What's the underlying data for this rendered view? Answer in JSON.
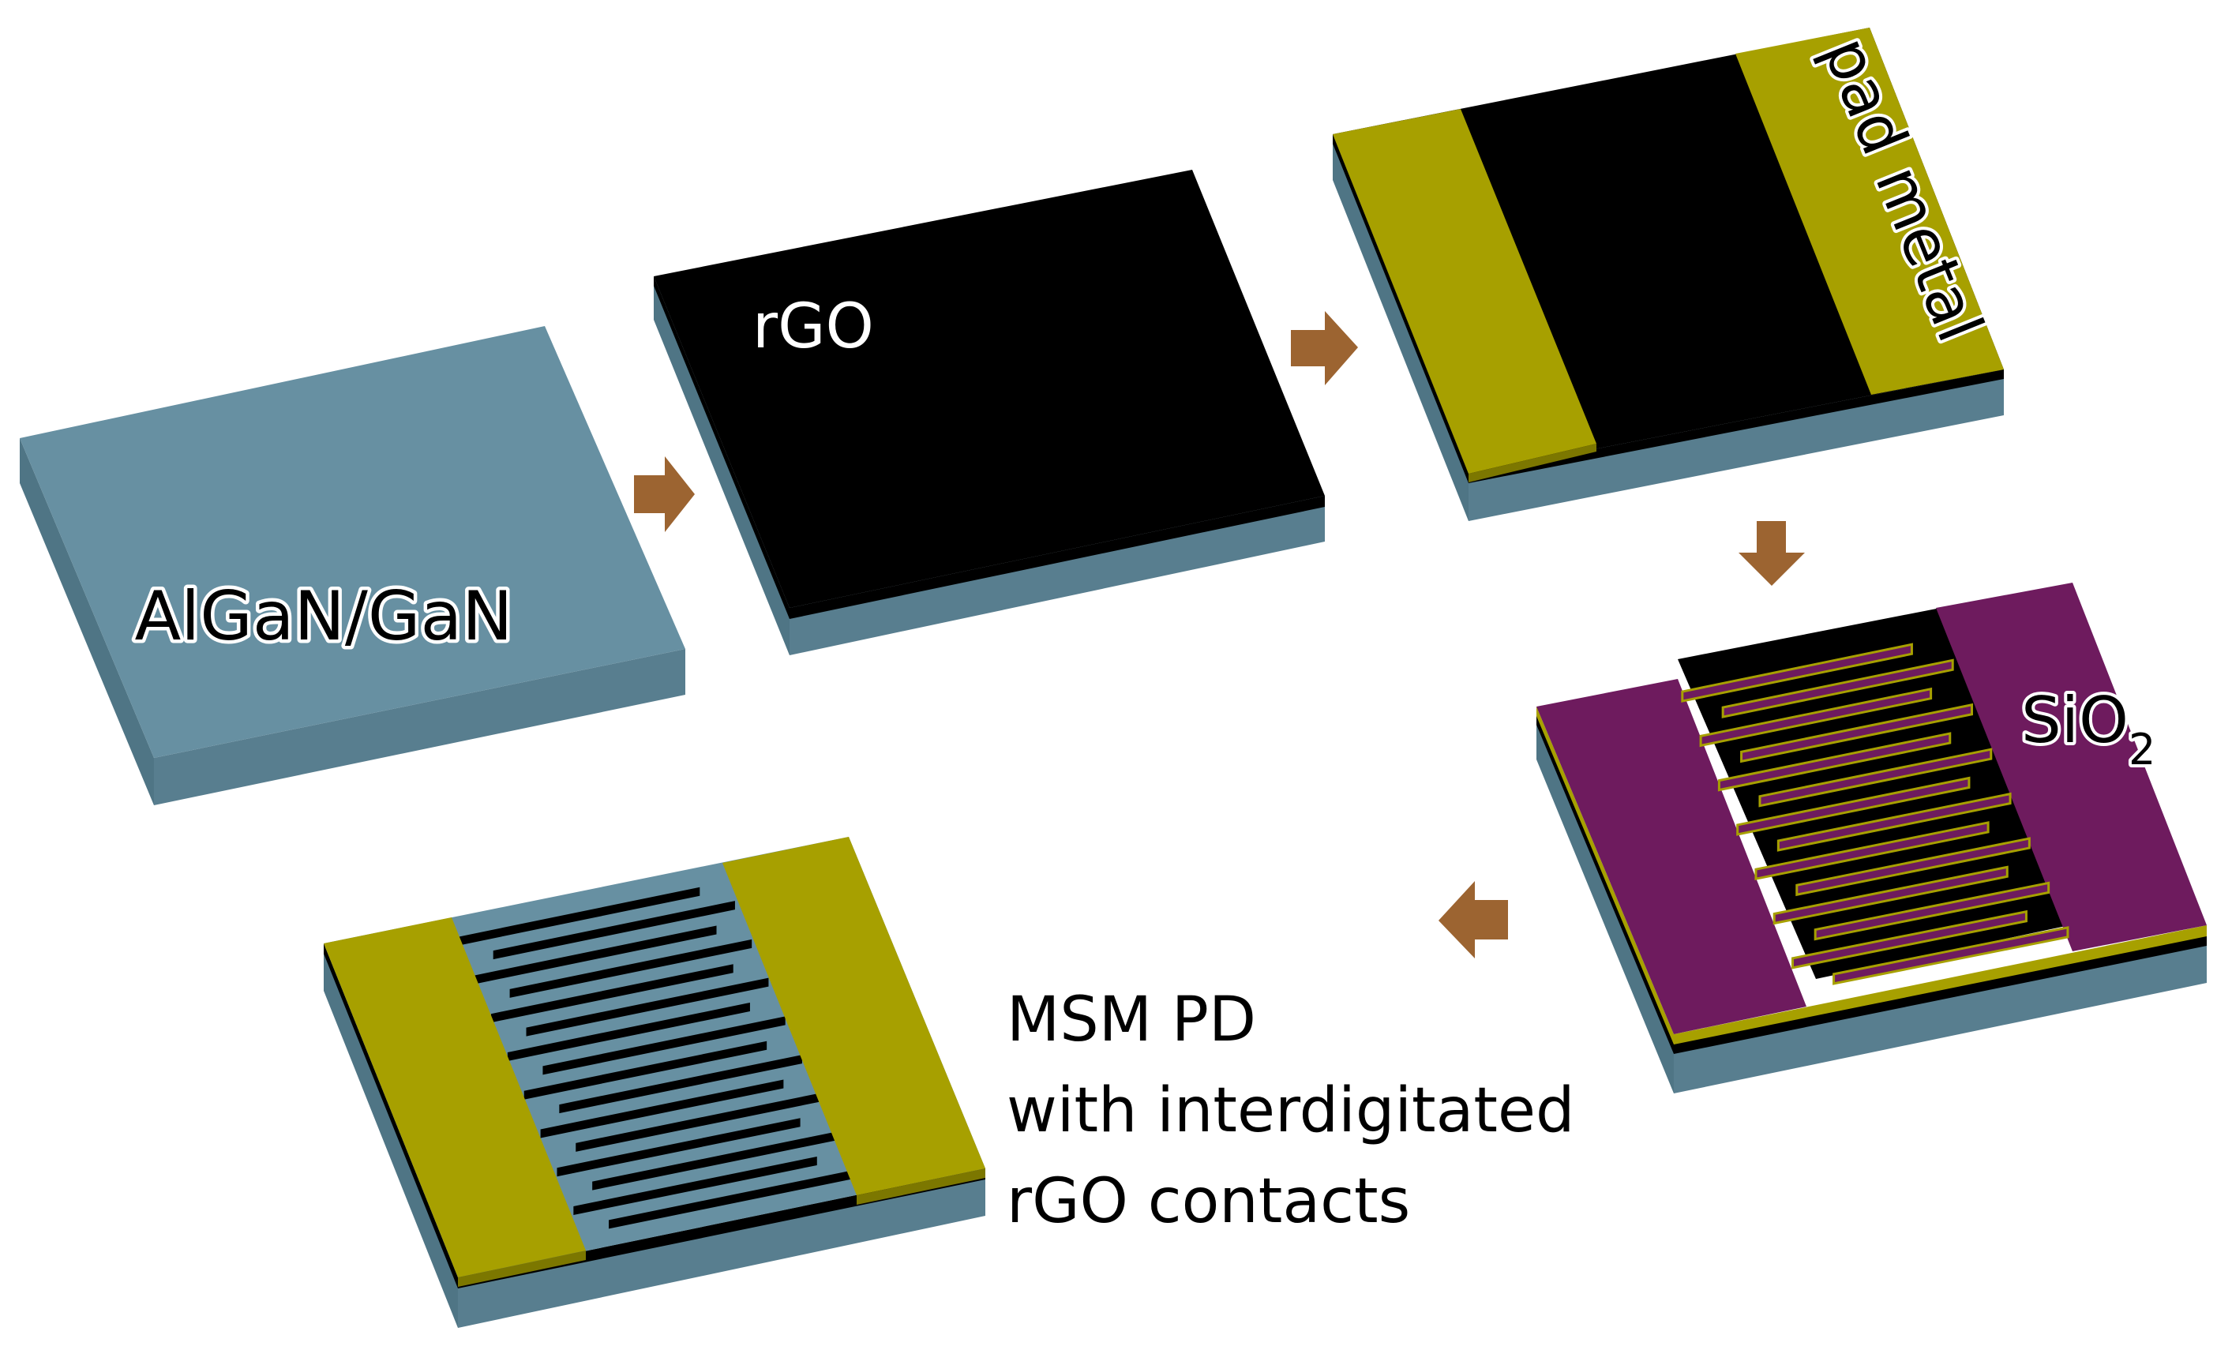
{
  "diagram": {
    "steps": [
      {
        "id": "substrate",
        "label": "AlGaN/GaN"
      },
      {
        "id": "rgo-layer",
        "label": "rGO"
      },
      {
        "id": "pad-metal",
        "label": "pad metal"
      },
      {
        "id": "sio2-mask",
        "label_main": "SiO",
        "label_sub": "2"
      },
      {
        "id": "final-device"
      }
    ],
    "caption": {
      "line1": "MSM PD",
      "line2": "with interdigitated",
      "line3": "rGO contacts"
    },
    "colors": {
      "substrate_top": "#6790a2",
      "substrate_side": "#4f7585",
      "rgo": "#000000",
      "pad_metal": "#a7a000",
      "sio2": "#6e1b5e",
      "arrow": "#9c6431",
      "text": "#000000",
      "label_light": "#ffffff"
    }
  }
}
